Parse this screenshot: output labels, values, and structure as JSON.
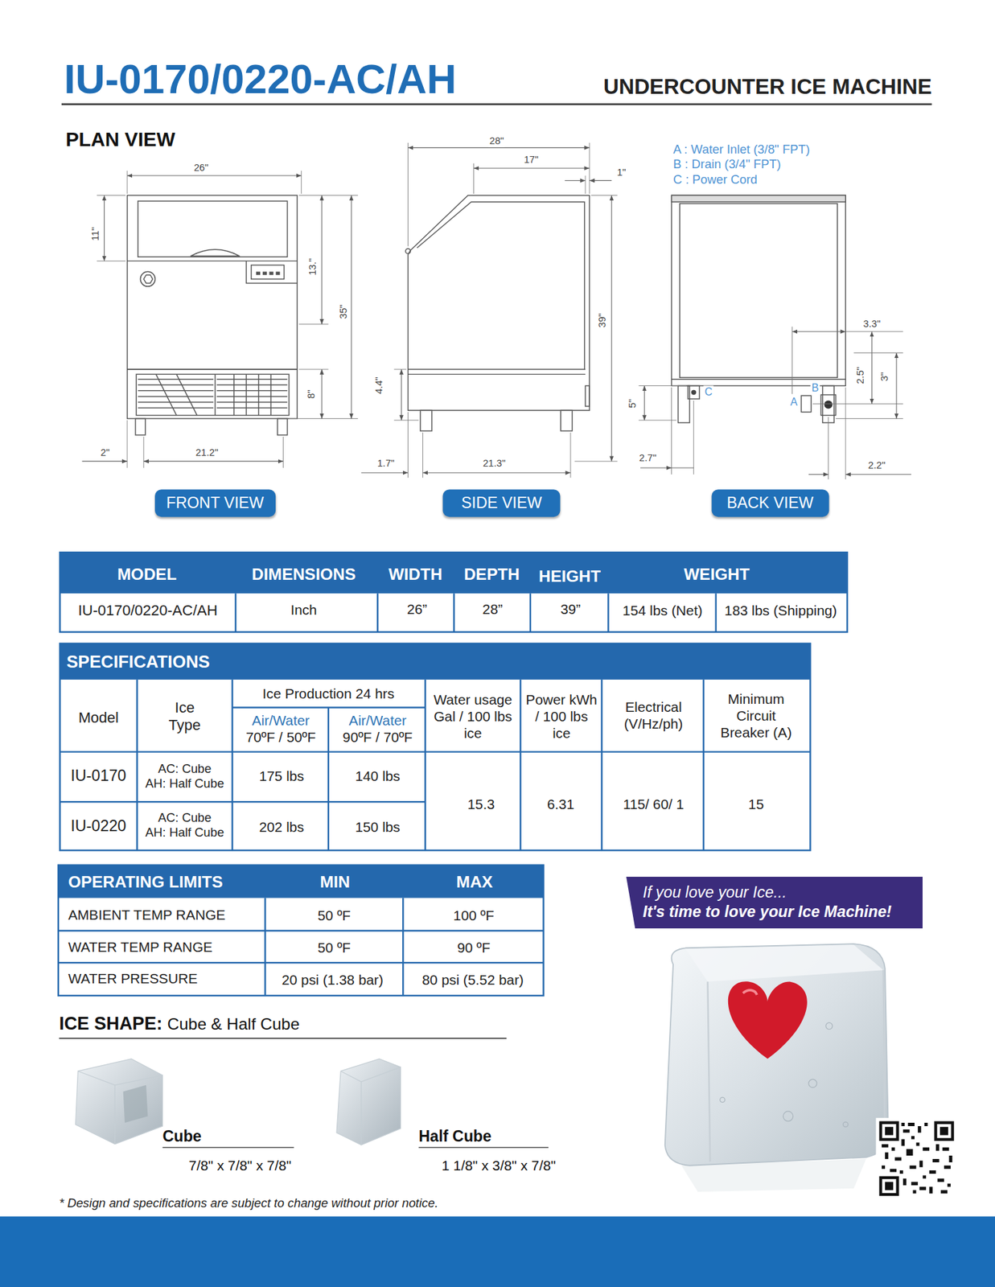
{
  "diagram": {
    "title": "IU-0170/0220-AC/AH",
    "nodes": [
      {
        "text": [
          "FRONT VIEW"
        ]
      },
      {
        "text": [
          "SIDE VIEW"
        ]
      },
      {
        "text": [
          "BACK VIEW"
        ]
      },
      {
        "text": [
          "If you love your Ice...",
          "It's time to love your Ice Machine!"
        ]
      }
    ],
    "labels": [
      "UNDERCOUNTER ICE MACHINE",
      "PLAN VIEW",
      "26\"",
      "11\"",
      "13.\"",
      "35\"",
      "8\"",
      "2\"",
      "21.2\"",
      "28\"",
      "17\"",
      "1\"",
      "39\"",
      "4.4\"",
      "1.7\"",
      "21.3\"",
      "A : Water Inlet (3/8\" FPT)",
      "B : Drain (3/4\" FPT)",
      "C : Power Cord",
      "C",
      "A",
      "B",
      "3.3\"",
      "2.5\"",
      "3\"",
      "5\"",
      "2.7\"",
      "2.2\"",
      "MODEL",
      "DIMENSIONS",
      "WIDTH",
      "DEPTH",
      "HEIGHT",
      "WEIGHT",
      "IU-0170/0220-AC/AH",
      "Inch",
      "26”",
      "28”",
      "39”",
      "154 lbs (Net)",
      "183 lbs (Shipping)",
      "SPECIFICATIONS",
      "Model",
      "Ice Type",
      "Ice Production 24 hrs",
      "Air/Water",
      "70ºF / 50ºF",
      "Air/Water",
      "90ºF / 70ºF",
      "Water usage Gal / 100 lbs ice",
      "Power kWh / 100 lbs ice",
      "Electrical (V/Hz/ph)",
      "Minimum Circuit Breaker (A)",
      "IU-0170",
      "AC: Cube",
      "AH: Half Cube",
      "175 lbs",
      "140 lbs",
      "IU-0220",
      "AC: Cube",
      "AH: Half Cube",
      "202 lbs",
      "150 lbs",
      "15.3",
      "6.31",
      "115/ 60/ 1",
      "15",
      "OPERATING LIMITS",
      "MIN",
      "MAX",
      "AMBIENT TEMP RANGE",
      "50 ºF",
      "100 ºF",
      "WATER TEMP RANGE",
      "50 ºF",
      "90 ºF",
      "WATER PRESSURE",
      "20 psi (1.38 bar)",
      "80 psi (5.52 bar)",
      "ICE SHAPE:",
      "Cube & Half Cube",
      "Cube",
      "7/8\" x 7/8\" x 7/8\"",
      "Half Cube",
      "1 1/8\" x 3/8\" x 7/8\"",
      "* Design and specifications are subject to change without prior notice."
    ]
  }
}
